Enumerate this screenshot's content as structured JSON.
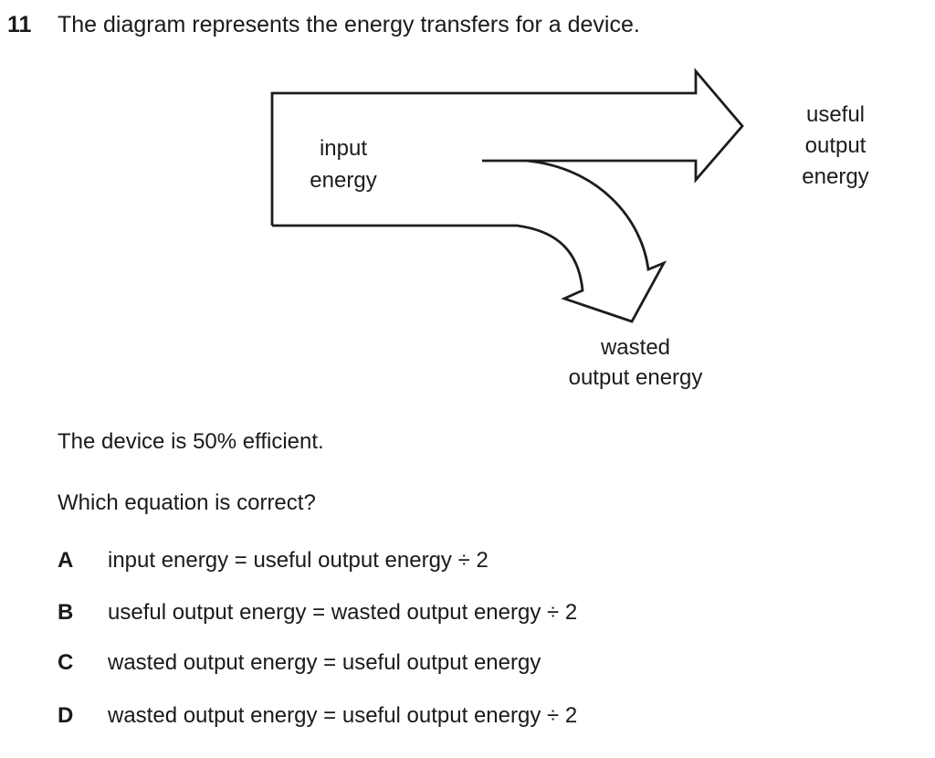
{
  "question": {
    "number": "11",
    "text": "The diagram represents the energy transfers for a device."
  },
  "diagram": {
    "labels": {
      "input": "input\nenergy",
      "useful": "useful\noutput energy",
      "wasted": "wasted\noutput energy"
    },
    "stroke_color": "#1d1d1b"
  },
  "body": {
    "efficiency_line": "The device is 50% efficient.",
    "question_line": "Which equation is correct?"
  },
  "options": [
    {
      "letter": "A",
      "text": "input energy = useful output energy ÷ 2"
    },
    {
      "letter": "B",
      "text": "useful output energy = wasted output energy ÷ 2"
    },
    {
      "letter": "C",
      "text": "wasted output energy = useful output energy"
    },
    {
      "letter": "D",
      "text": "wasted output energy = useful output energy ÷ 2"
    }
  ]
}
